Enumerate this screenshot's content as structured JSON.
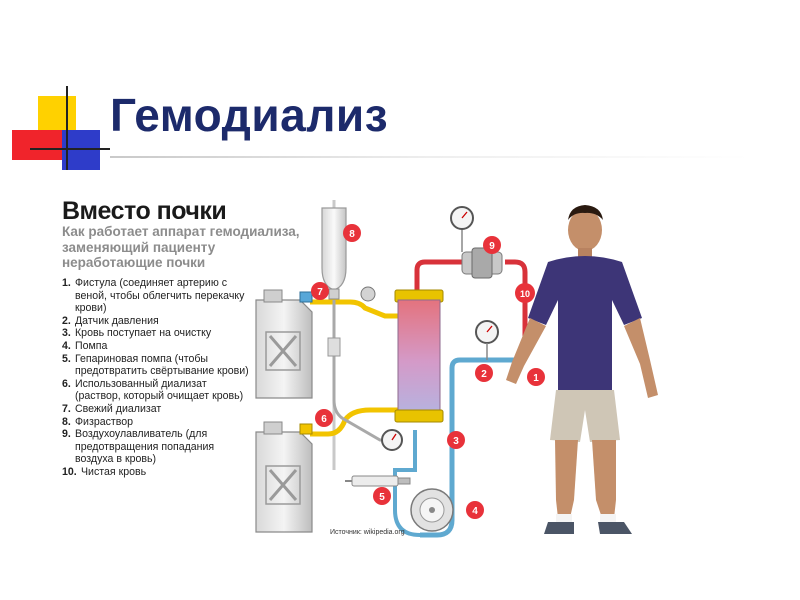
{
  "slide": {
    "title": "Гемодиализ"
  },
  "figure": {
    "heading": "Вместо почки",
    "subtitle": "Как работает аппарат гемодиализа, заменяющий пациенту неработающие почки",
    "legend": [
      {
        "num": "1.",
        "text": "Фистула (соединяет артерию с веной, чтобы облегчить перекачку крови)"
      },
      {
        "num": "2.",
        "text": "Датчик давления"
      },
      {
        "num": "3.",
        "text": "Кровь поступает на очистку"
      },
      {
        "num": "4.",
        "text": "Помпа"
      },
      {
        "num": "5.",
        "text": "Гепариновая помпа (чтобы предотвратить свёртывание крови)"
      },
      {
        "num": "6.",
        "text": "Использованный диализат (раствор, который очищает кровь)"
      },
      {
        "num": "7.",
        "text": "Свежий диализат"
      },
      {
        "num": "8.",
        "text": "Физраствор"
      },
      {
        "num": "9.",
        "text": "Воздухоулавливатель (для предотвращения попадания воздуха в кровь)"
      },
      {
        "num": "10.",
        "text": "Чистая кровь"
      }
    ],
    "callouts": [
      "1",
      "2",
      "3",
      "4",
      "5",
      "6",
      "7",
      "8",
      "9",
      "10"
    ],
    "source": "Источник: wikipedia.org"
  },
  "colors": {
    "title": "#1c2a6b",
    "deco_yellow": "#ffd100",
    "deco_red": "#f0242b",
    "deco_blue": "#2e3cc9",
    "callout_red": "#e8323a",
    "tube_red": "#d8323a",
    "tube_blue": "#5fa9d0",
    "tube_yellow": "#f2c400"
  },
  "icons": [
    "jerrycan-icon",
    "drip-bag-icon",
    "pressure-gauge-icon",
    "pump-icon",
    "syringe-icon",
    "person-figure"
  ]
}
